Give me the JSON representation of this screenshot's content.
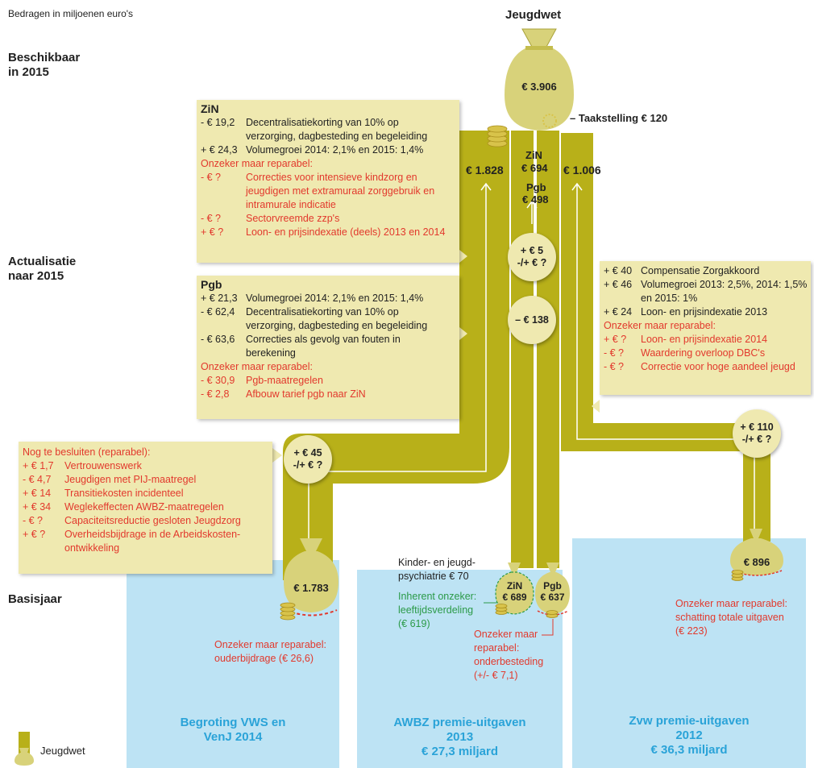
{
  "header": {
    "units": "Bedragen in miljoenen euro's",
    "title": "Jeugdwet"
  },
  "side_labels": {
    "available_1": "Beschikbaar",
    "available_2": "in 2015",
    "update_1": "Actualisatie",
    "update_2": "naar 2015",
    "base": "Basisjaar"
  },
  "top_bag": {
    "amount": "€ 3.906",
    "taakstelling": "– Taakstelling € 120"
  },
  "flow_labels": {
    "left_total": "€ 1.828",
    "zin": "ZiN",
    "zin_amount": "€ 694",
    "pgb": "Pgb",
    "pgb_amount": "€ 498",
    "right_total": "€ 1.006"
  },
  "circles": {
    "left_1": "+ € 45",
    "left_2": "-/+ € ?",
    "mid_a_1": "+ € 5",
    "mid_a_2": "-/+ € ?",
    "mid_b": "– € 138",
    "right_1": "+ € 110",
    "right_2": "-/+ € ?"
  },
  "box_zin": {
    "title": "ZiN",
    "rows": [
      {
        "amount": "- € 19,2",
        "text": "Decentralisatiekorting van 10% op",
        "red": false
      },
      {
        "amount": "",
        "text": "verzorging, dagbesteding en begeleiding",
        "red": false
      },
      {
        "amount": "+ € 24,3",
        "text": "Volumegroei 2014: 2,1% en 2015: 1,4%",
        "red": false
      }
    ],
    "uncertain": "Onzeker maar reparabel:",
    "uncertain_rows": [
      {
        "amount": "- € ?",
        "text": "Correcties voor intensieve kindzorg en",
        "red": true
      },
      {
        "amount": "",
        "text": "jeugdigen met extramuraal zorggebruik en",
        "red": true
      },
      {
        "amount": "",
        "text": "intramurale indicatie",
        "red": true
      },
      {
        "amount": "- € ?",
        "text": "Sectorvreemde zzp's",
        "red": true
      },
      {
        "amount": "+ € ?",
        "text": "Loon- en prijsindexatie (deels) 2013 en 2014",
        "red": true
      }
    ]
  },
  "box_pgb": {
    "title": "Pgb",
    "rows": [
      {
        "amount": "+ € 21,3",
        "text": "Volumegroei 2014: 2,1% en 2015: 1,4%",
        "red": false
      },
      {
        "amount": "- € 62,4",
        "text": "Decentralisatiekorting van 10% op",
        "red": false
      },
      {
        "amount": "",
        "text": "verzorging, dagbesteding en begeleiding",
        "red": false
      },
      {
        "amount": "- € 63,6",
        "text": "Correcties als gevolg van fouten in",
        "red": false
      },
      {
        "amount": "",
        "text": "berekening",
        "red": false
      }
    ],
    "uncertain": "Onzeker maar reparabel:",
    "uncertain_rows": [
      {
        "amount": "- € 30,9",
        "text": "Pgb-maatregelen",
        "red": true
      },
      {
        "amount": "- € 2,8",
        "text": "Afbouw tarief pgb naar ZiN",
        "red": true
      }
    ]
  },
  "box_right": {
    "rows": [
      {
        "amount": "+ € 40",
        "text": "Compensatie Zorgakkoord",
        "red": false
      },
      {
        "amount": "+ € 46",
        "text": "Volumegroei 2013: 2,5%,  2014: 1,5%",
        "red": false
      },
      {
        "amount": "",
        "text": "en 2015: 1%",
        "red": false
      },
      {
        "amount": "+ € 24",
        "text": "Loon- en prijsindexatie 2013",
        "red": false
      }
    ],
    "uncertain": "Onzeker maar reparabel:",
    "uncertain_rows": [
      {
        "amount": "+ € ?",
        "text": "Loon- en prijsindexatie 2014",
        "red": true
      },
      {
        "amount": "- € ?",
        "text": "Waardering overloop DBC's",
        "red": true
      },
      {
        "amount": "- € ?",
        "text": "Correctie voor hoge aandeel jeugd",
        "red": true
      }
    ]
  },
  "box_left": {
    "title": "Nog te besluiten (reparabel):",
    "rows": [
      {
        "amount": "+ € 1,7",
        "text": "Vertrouwenswerk",
        "red": true
      },
      {
        "amount": "- € 4,7",
        "text": "Jeugdigen met PIJ-maatregel",
        "red": true
      },
      {
        "amount": "+ € 14",
        "text": "Transitiekosten incidenteel",
        "red": true
      },
      {
        "amount": "+ € 34",
        "text": "Weglekeffecten AWBZ-maatregelen",
        "red": true
      },
      {
        "amount": "- € ?",
        "text": "Capaciteitsreductie gesloten Jeugdzorg",
        "red": true
      },
      {
        "amount": "+ € ?",
        "text": "Overheidsbijdrage in de Arbeidskosten-",
        "red": true
      },
      {
        "amount": "",
        "text": "ontwikkeling",
        "red": true
      }
    ]
  },
  "bags": {
    "vws": "€ 1.783",
    "awbz_zin_label": "ZiN",
    "awbz_zin": "€ 689",
    "awbz_pgb_label": "Pgb",
    "awbz_pgb": "€ 637",
    "zvw": "€ 896"
  },
  "notes": {
    "vws_1": "Onzeker maar reparabel:",
    "vws_2": "ouderbijdrage (€ 26,6)",
    "kjp_1": "Kinder- en jeugd-",
    "kjp_2": "psychiatrie € 70",
    "inh_1": "Inherent onzeker:",
    "inh_2": "leeftijdsverdeling",
    "inh_3": "(€ 619)",
    "pgb_1": "Onzeker maar",
    "pgb_2": "reparabel:",
    "pgb_3": "onderbesteding",
    "pgb_4": "(+/- € 7,1)",
    "zvw_1": "Onzeker maar reparabel:",
    "zvw_2": "schatting totale uitgaven",
    "zvw_3": "(€ 223)"
  },
  "panels": {
    "vws_1": "Begroting VWS en",
    "vws_2": "VenJ 2014",
    "awbz_1": "AWBZ premie-uitgaven",
    "awbz_2": "2013",
    "awbz_3": "€ 27,3 miljard",
    "zvw_1": "Zvw premie-uitgaven",
    "zvw_2": "2012",
    "zvw_3": "€ 36,3 miljard"
  },
  "legend": {
    "label": "Jeugdwet"
  },
  "colors": {
    "flow": "#b8b019",
    "bag": "#d8d27a",
    "box": "#efe9b0",
    "panel": "#bde3f4",
    "panel_text": "#2aa3d8",
    "red": "#e2392d",
    "green": "#2b9a48"
  }
}
